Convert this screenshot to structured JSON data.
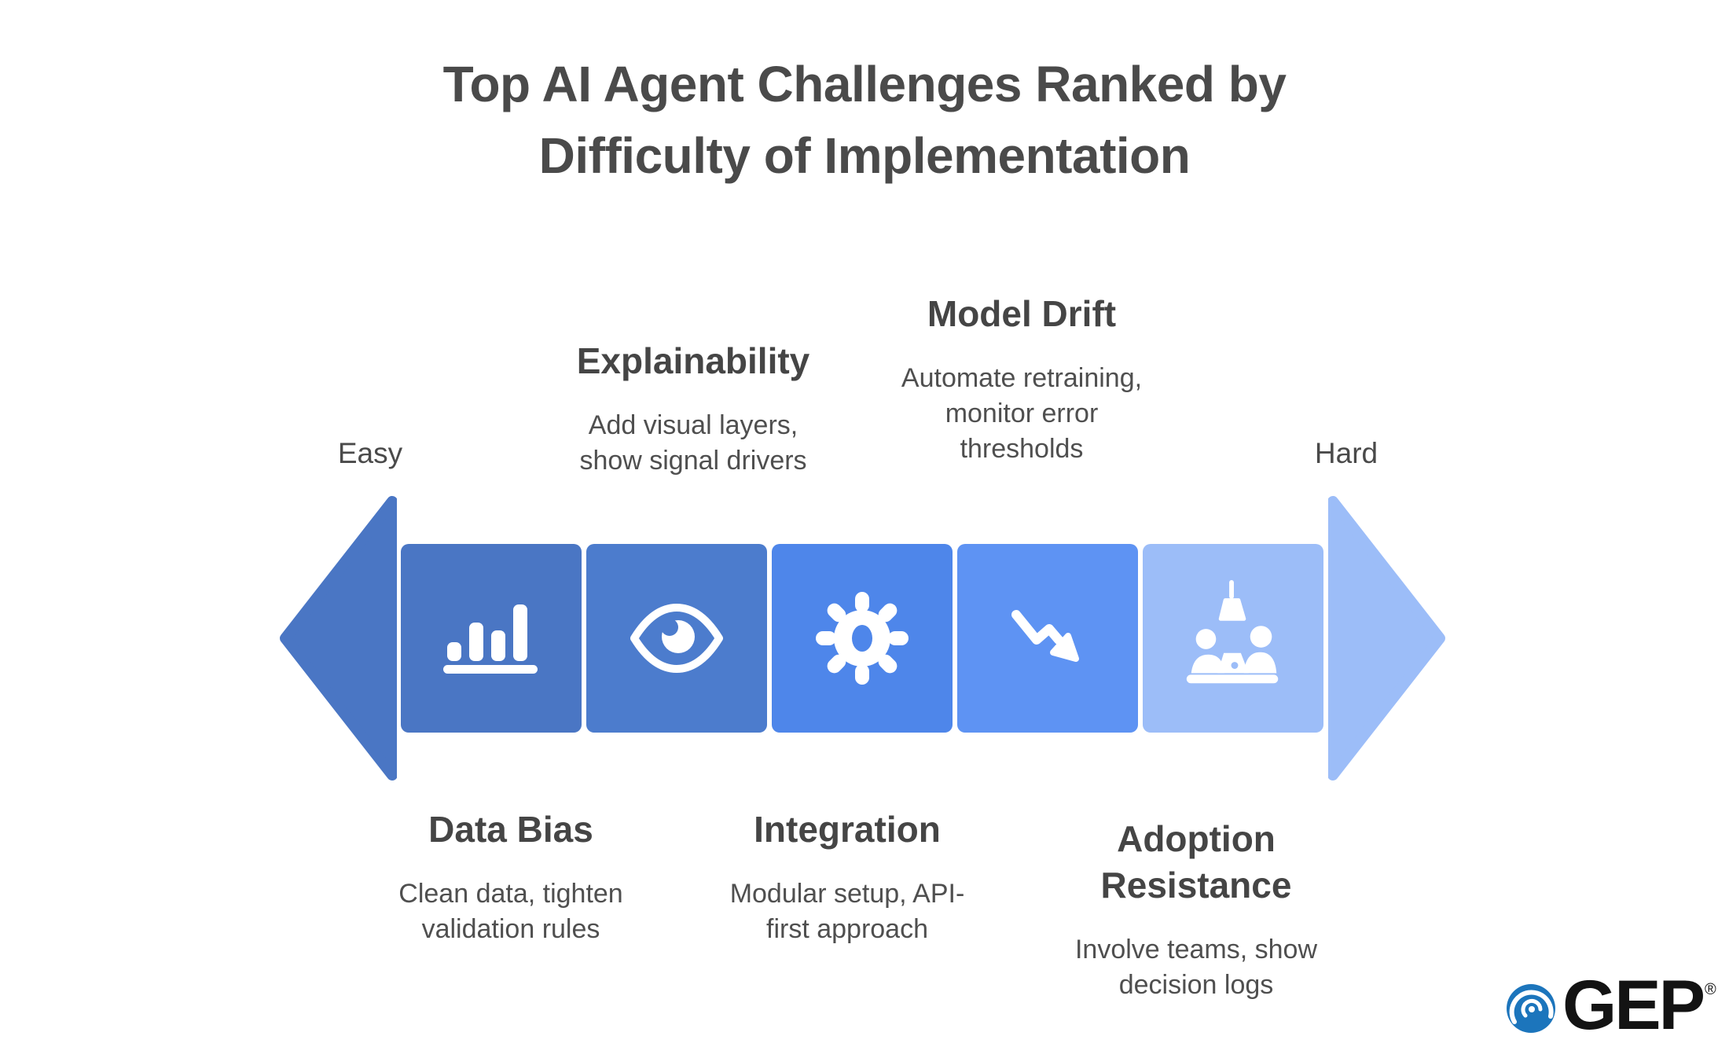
{
  "header": {
    "title": "Top AI Agent Challenges Ranked by\nDifficulty of Implementation"
  },
  "scale": {
    "left": "Easy",
    "right": "Hard"
  },
  "colors": {
    "background": "#ffffff",
    "title_text": "#4a4a4a",
    "heading_text": "#454545",
    "body_text": "#4f4f4f",
    "icon": "#ffffff",
    "arrow_left": "#4a76c4",
    "arrow_right": "#9cbdf8"
  },
  "steps": [
    {
      "title": "Data Bias",
      "description": "Clean data, tighten\nvalidation rules",
      "icon": "bar-chart-icon",
      "color": "#4a76c4",
      "label_position": "below"
    },
    {
      "title": "Explainability",
      "description": "Add visual layers,\nshow signal drivers",
      "icon": "eye-icon",
      "color": "#4c7ccd",
      "label_position": "above"
    },
    {
      "title": "Integration",
      "description": "Modular setup, API-\nfirst approach",
      "icon": "gear-icon",
      "color": "#4e86ea",
      "label_position": "below"
    },
    {
      "title": "Model Drift",
      "description": "Automate retraining,\nmonitor error\nthresholds",
      "icon": "trend-down-icon",
      "color": "#5e93f3",
      "label_position": "above"
    },
    {
      "title": "Adoption\nResistance",
      "description": "Involve teams, show\ndecision logs",
      "icon": "meeting-icon",
      "color": "#9cbdf8",
      "label_position": "below"
    }
  ],
  "logo": {
    "text": "GEP",
    "registered": "®",
    "swirl_color": "#1c75bc",
    "text_color": "#131313"
  }
}
